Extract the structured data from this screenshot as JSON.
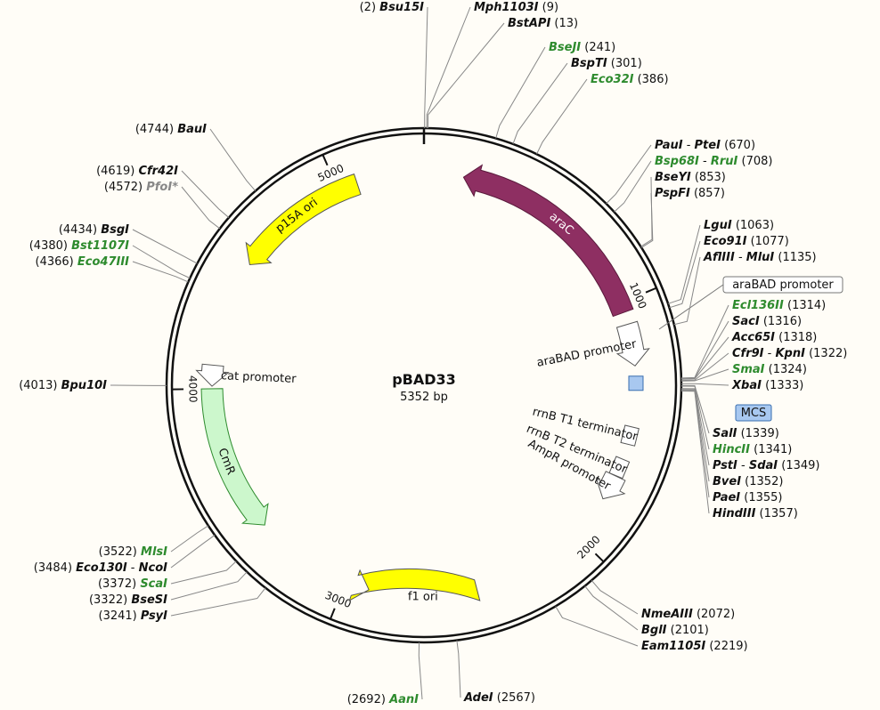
{
  "plasmid": {
    "name": "pBAD33",
    "length": 5352,
    "size_label": "5352 bp"
  },
  "colors": {
    "unique_site": "#111111",
    "green_site": "#2e8b2e",
    "gray_site": "#888888",
    "araC": "#8e2f62",
    "ori": "#ffff00",
    "cmr": "#ccf7cc",
    "mcs_box": "#a8c8f0",
    "terminator_box": "#ffffff"
  },
  "ticks": [
    {
      "bp": 1000,
      "label": "1000"
    },
    {
      "bp": 2000,
      "label": "2000"
    },
    {
      "bp": 3000,
      "label": "3000"
    },
    {
      "bp": 4000,
      "label": "4000"
    },
    {
      "bp": 5000,
      "label": "5000"
    }
  ],
  "features": [
    {
      "name": "araC",
      "label": "araC",
      "start": 1040,
      "end": 160,
      "direction": "reverse",
      "color": "#8e2f62",
      "text_color": "#ffffff",
      "stroke": "#5a1a3c"
    },
    {
      "name": "araBAD-promoter",
      "label": "araBAD promoter",
      "start": 1090,
      "end": 1260,
      "direction": "forward",
      "color": "#ffffff",
      "text_color": "#111111",
      "stroke": "#555555"
    },
    {
      "name": "rrnB-T1-terminator",
      "label": "rrnB T1 terminator",
      "start": 1495,
      "end": 1590,
      "direction": "none",
      "color": "#ffffff",
      "text_color": "#111111",
      "stroke": "#555555"
    },
    {
      "name": "rrnB-T2-terminator",
      "label": "rrnB T2 terminator",
      "start": 1660,
      "end": 1695,
      "direction": "none",
      "color": "#ffffff",
      "text_color": "#111111",
      "stroke": "#555555"
    },
    {
      "name": "ampR-promoter",
      "label": "AmpR promoter",
      "start": 1715,
      "end": 1820,
      "direction": "forward",
      "color": "#ffffff",
      "text_color": "#111111",
      "stroke": "#555555"
    },
    {
      "name": "f1-ori",
      "label": "f1 ori",
      "start": 2460,
      "end": 2900,
      "direction": "reverse",
      "color": "#ffff00",
      "text_color": "#111111",
      "stroke": "#555555"
    },
    {
      "name": "cmR",
      "label": "CmR",
      "start": 4000,
      "end": 3400,
      "direction": "reverse-ccw",
      "color": "#ccf7cc",
      "text_color": "#111111",
      "stroke": "#2e8b2e"
    },
    {
      "name": "cat-promoter",
      "label": "cat promoter",
      "start": 4095,
      "end": 4010,
      "direction": "reverse-ccw",
      "color": "#ffffff",
      "text_color": "#111111",
      "stroke": "#555555"
    },
    {
      "name": "p15A-ori",
      "label": "p15A ori",
      "start": 5080,
      "end": 4530,
      "direction": "reverse-ccw",
      "color": "#ffff00",
      "text_color": "#111111",
      "stroke": "#555555"
    }
  ],
  "mcs": {
    "label": "MCS"
  },
  "sites": [
    {
      "name": "Bsu15I",
      "pos": "(2)",
      "bp": 2,
      "color": "#111111"
    },
    {
      "name": "Mph1103I",
      "pos": "(9)",
      "bp": 9,
      "color": "#111111"
    },
    {
      "name": "BstAPI",
      "pos": "(13)",
      "bp": 13,
      "color": "#111111"
    },
    {
      "name": "BseJI",
      "pos": "(241)",
      "bp": 241,
      "color": "#2e8b2e"
    },
    {
      "name": "BspTI",
      "pos": "(301)",
      "bp": 301,
      "color": "#111111"
    },
    {
      "name": "Eco32I",
      "pos": "(386)",
      "bp": 386,
      "color": "#2e8b2e"
    },
    {
      "name": "PauI",
      "name2": "PteI",
      "pos": "(670)",
      "bp": 670,
      "color": "#111111",
      "color2": "#111111"
    },
    {
      "name": "Bsp68I",
      "name2": "RruI",
      "pos": "(708)",
      "bp": 708,
      "color": "#2e8b2e",
      "color2": "#2e8b2e"
    },
    {
      "name": "BseYI",
      "pos": "(853)",
      "bp": 853,
      "color": "#111111"
    },
    {
      "name": "PspFI",
      "pos": "(857)",
      "bp": 857,
      "color": "#111111"
    },
    {
      "name": "LguI",
      "pos": "(1063)",
      "bp": 1063,
      "color": "#111111"
    },
    {
      "name": "Eco91I",
      "pos": "(1077)",
      "bp": 1077,
      "color": "#111111"
    },
    {
      "name": "AflIII",
      "name2": "MluI",
      "pos": "(1135)",
      "bp": 1135,
      "color": "#111111",
      "color2": "#111111"
    },
    {
      "name": "Ecl136II",
      "pos": "(1314)",
      "bp": 1314,
      "color": "#2e8b2e"
    },
    {
      "name": "SacI",
      "pos": "(1316)",
      "bp": 1316,
      "color": "#111111"
    },
    {
      "name": "Acc65I",
      "pos": "(1318)",
      "bp": 1318,
      "color": "#111111"
    },
    {
      "name": "Cfr9I",
      "name2": "KpnI",
      "pos": "(1322)",
      "bp": 1322,
      "color": "#111111",
      "color2": "#111111"
    },
    {
      "name": "SmaI",
      "pos": "(1324)",
      "bp": 1324,
      "color": "#2e8b2e"
    },
    {
      "name": "XbaI",
      "pos": "(1333)",
      "bp": 1333,
      "color": "#111111"
    },
    {
      "name": "SalI",
      "pos": "(1339)",
      "bp": 1339,
      "color": "#111111"
    },
    {
      "name": "HincII",
      "pos": "(1341)",
      "bp": 1341,
      "color": "#2e8b2e"
    },
    {
      "name": "PstI",
      "name2": "SdaI",
      "pos": "(1349)",
      "bp": 1349,
      "color": "#111111",
      "color2": "#111111"
    },
    {
      "name": "BveI",
      "pos": "(1352)",
      "bp": 1352,
      "color": "#111111"
    },
    {
      "name": "PaeI",
      "pos": "(1355)",
      "bp": 1355,
      "color": "#111111"
    },
    {
      "name": "HindIII",
      "pos": "(1357)",
      "bp": 1357,
      "color": "#111111"
    },
    {
      "name": "NmeAIII",
      "pos": "(2072)",
      "bp": 2072,
      "color": "#111111"
    },
    {
      "name": "BglI",
      "pos": "(2101)",
      "bp": 2101,
      "color": "#111111"
    },
    {
      "name": "Eam1105I",
      "pos": "(2219)",
      "bp": 2219,
      "color": "#111111"
    },
    {
      "name": "AdeI",
      "pos": "(2567)",
      "bp": 2567,
      "color": "#111111"
    },
    {
      "name": "AanI",
      "pos": "(2692)",
      "bp": 2692,
      "color": "#2e8b2e"
    },
    {
      "name": "PsyI",
      "pos": "(3241)",
      "bp": 3241,
      "color": "#111111"
    },
    {
      "name": "BseSI",
      "pos": "(3322)",
      "bp": 3322,
      "color": "#111111"
    },
    {
      "name": "ScaI",
      "pos": "(3372)",
      "bp": 3372,
      "color": "#2e8b2e"
    },
    {
      "name": "Eco130I",
      "name2": "NcoI",
      "pos": "(3484)",
      "bp": 3484,
      "color": "#111111",
      "color2": "#111111"
    },
    {
      "name": "MlsI",
      "pos": "(3522)",
      "bp": 3522,
      "color": "#2e8b2e"
    },
    {
      "name": "Bpu10I",
      "pos": "(4013)",
      "bp": 4013,
      "color": "#111111"
    },
    {
      "name": "Eco47III",
      "pos": "(4366)",
      "bp": 4366,
      "color": "#2e8b2e"
    },
    {
      "name": "Bst1107I",
      "pos": "(4380)",
      "bp": 4380,
      "color": "#2e8b2e"
    },
    {
      "name": "BsgI",
      "pos": "(4434)",
      "bp": 4434,
      "color": "#111111"
    },
    {
      "name": "PfoI*",
      "pos": "(4572)",
      "bp": 4572,
      "color": "#888888"
    },
    {
      "name": "Cfr42I",
      "pos": "(4619)",
      "bp": 4619,
      "color": "#111111"
    },
    {
      "name": "BauI",
      "pos": "(4744)",
      "bp": 4744,
      "color": "#111111"
    }
  ]
}
